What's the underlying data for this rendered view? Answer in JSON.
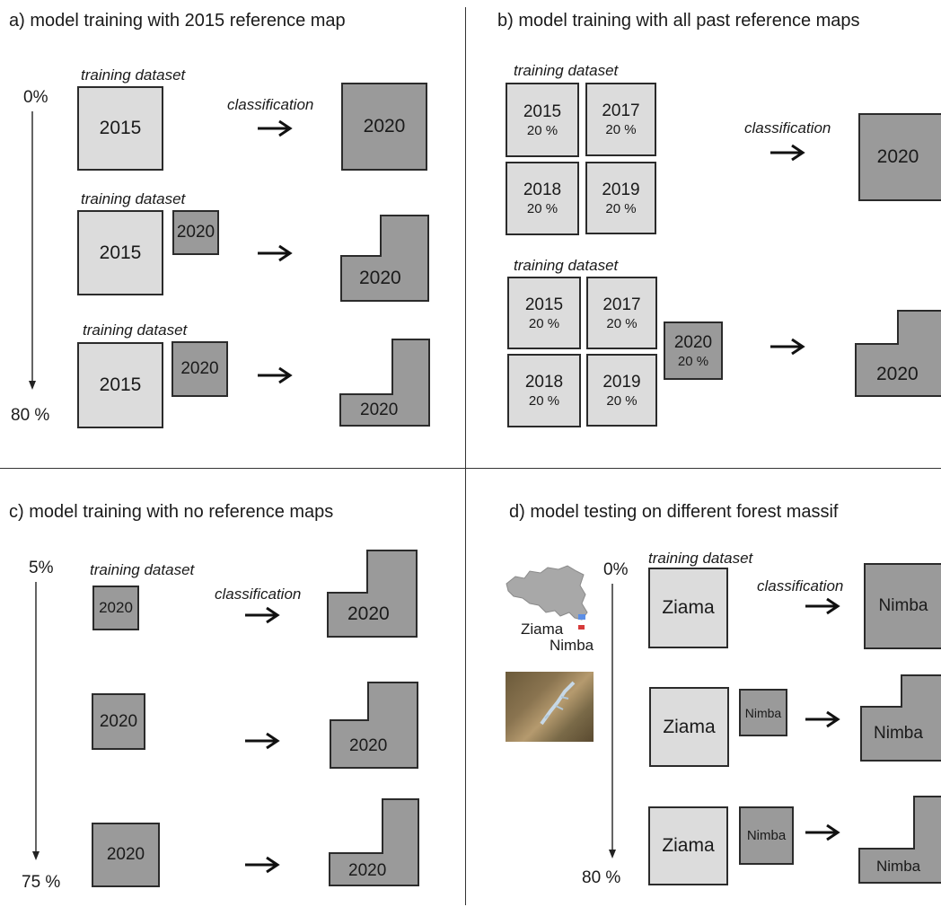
{
  "panels": {
    "a": {
      "title": "a) model training with 2015 reference map",
      "pct_top": "0%",
      "pct_bottom": "80 %",
      "training_label": "training dataset",
      "classification_label": "classification",
      "train_year": "2015",
      "extra_year": "2020",
      "result_year": "2020"
    },
    "b": {
      "title": "b) model training with all past reference maps",
      "training_label": "training dataset",
      "classification_label": "classification",
      "years": [
        "2015",
        "2017",
        "2018",
        "2019"
      ],
      "year_pct": "20 %",
      "extra_year": "2020",
      "extra_pct": "20 %",
      "result_year": "2020"
    },
    "c": {
      "title": "c) model training with no reference maps",
      "pct_top": "5%",
      "pct_bottom": "75 %",
      "training_label": "training dataset",
      "classification_label": "classification",
      "year": "2020"
    },
    "d": {
      "title": "d) model testing on different forest massif",
      "pct_top": "0%",
      "pct_bottom": "80 %",
      "training_label": "training dataset",
      "classification_label": "classification",
      "train_site": "Ziama",
      "test_site": "Nimba",
      "map_label_ziama": "Ziama",
      "map_label_nimba": "Nimba"
    }
  },
  "colors": {
    "light_box": "#dcdcdc",
    "dark_box": "#9a9a9a",
    "border": "#2b2b2b",
    "map_fill": "#a8a8a8",
    "ziama_marker": "#5b8ee6",
    "nimba_marker": "#d63a3a"
  }
}
